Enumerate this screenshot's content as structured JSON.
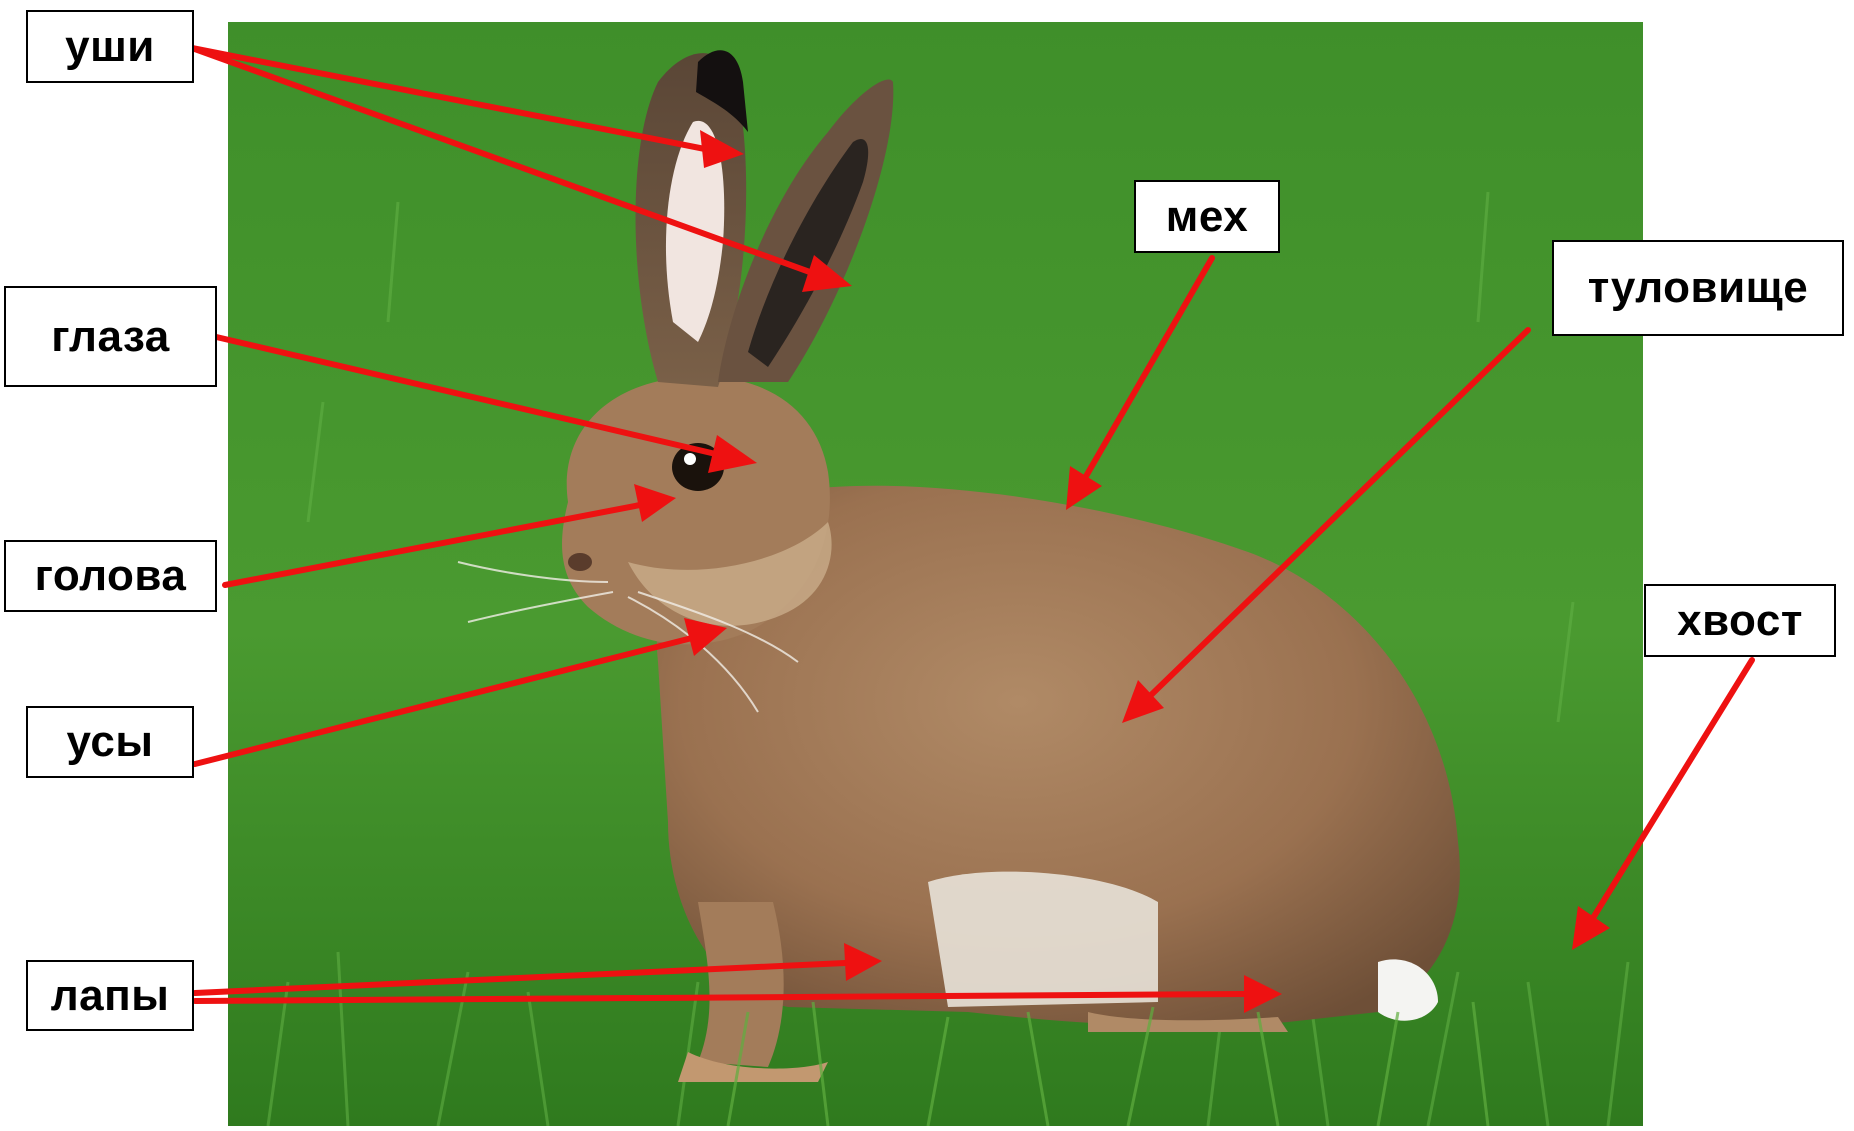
{
  "colors": {
    "arrow": "#ee1111",
    "label_border": "#000000",
    "label_background": "#ffffff",
    "grass": "#3f8f2a",
    "fur": "#9a7150"
  },
  "subject_icon": "hare-photo",
  "labels": {
    "ushi": "уши",
    "glaza": "глаза",
    "golova": "голова",
    "usy": "усы",
    "lapy": "лапы",
    "meh": "мех",
    "tulovishche": "туловище",
    "hvost": "хвост"
  }
}
